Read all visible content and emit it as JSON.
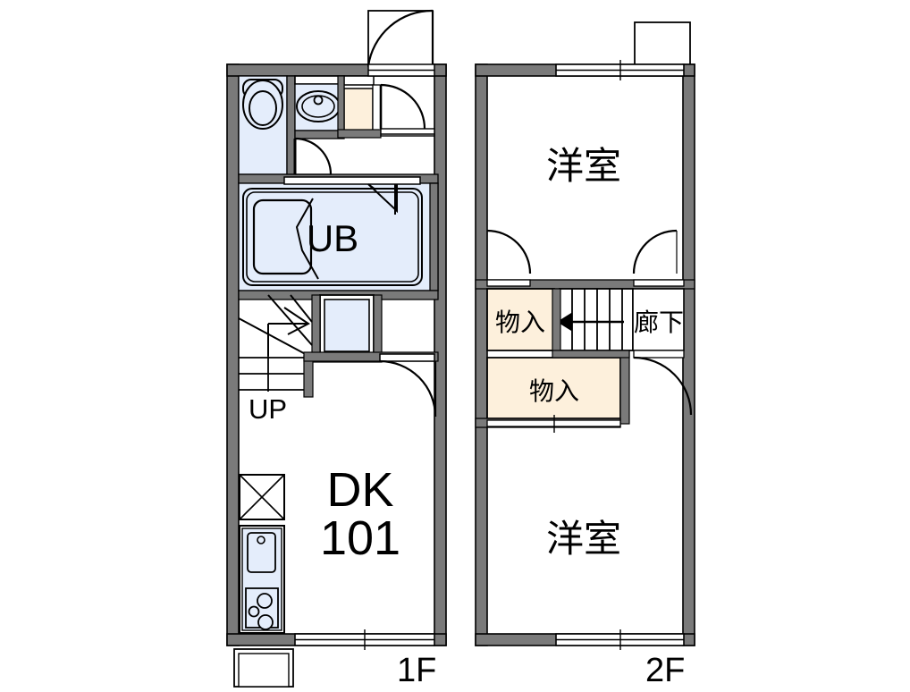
{
  "document": {
    "type": "residential-floor-plan",
    "title": "1F / 2F Floor Plan",
    "unit": "101"
  },
  "colors": {
    "wall": "#7a7a7a",
    "wall_outline": "#000000",
    "water_fixture_fill": "#e4edfb",
    "closet_fill": "#fdf0dc",
    "line": "#000000",
    "background": "#ffffff"
  },
  "floors": [
    {
      "id": "1f",
      "label": "1F",
      "rooms": [
        {
          "name": "dk",
          "label_line1": "DK",
          "label_line2": "101"
        },
        {
          "name": "toilet",
          "label": ""
        },
        {
          "name": "washbasin",
          "label": ""
        },
        {
          "name": "unit-bath",
          "label": "UB"
        },
        {
          "name": "entrance",
          "label": ""
        },
        {
          "name": "stairs",
          "label": "UP"
        },
        {
          "name": "shoe-closet",
          "label": ""
        },
        {
          "name": "washing-machine-space",
          "label": ""
        },
        {
          "name": "balcony",
          "label": ""
        }
      ]
    },
    {
      "id": "2f",
      "label": "2F",
      "rooms": [
        {
          "name": "western-room-north",
          "label": "洋室"
        },
        {
          "name": "western-room-south",
          "label": "洋室"
        },
        {
          "name": "closet-upper",
          "label": "物入"
        },
        {
          "name": "closet-lower",
          "label": "物入"
        },
        {
          "name": "corridor",
          "label": "廊下"
        },
        {
          "name": "stairs-down",
          "label": ""
        },
        {
          "name": "balcony",
          "label": ""
        }
      ]
    }
  ],
  "labels": {
    "dk_main": "DK",
    "dk_number": "101",
    "ub": "UB",
    "up": "UP",
    "floor_1f": "1F",
    "floor_2f": "2F",
    "washitsu": "洋室",
    "closet": "物入",
    "corridor": "廊下"
  }
}
